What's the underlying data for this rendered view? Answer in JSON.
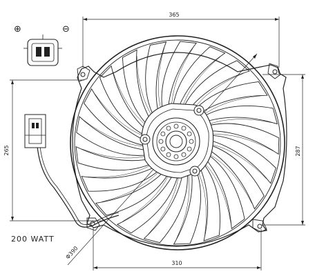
{
  "drawing": {
    "dimensions": {
      "top_width": "365",
      "left_height": "265",
      "right_height": "287",
      "bottom_width": "310",
      "diameter": "Φ390"
    },
    "power_label": "200 WATT",
    "connector": {
      "positive_symbol": "⊕",
      "negative_symbol": "⊖"
    },
    "blade_count": 21,
    "rotor_holes": 12
  }
}
